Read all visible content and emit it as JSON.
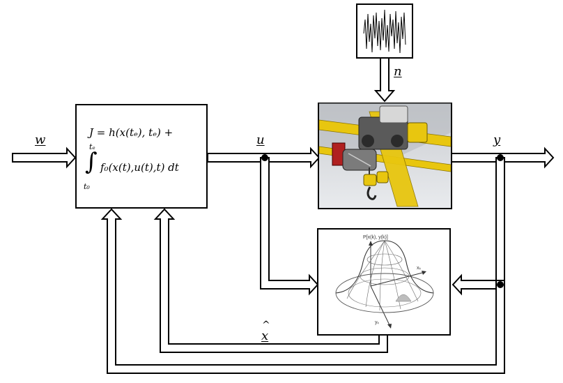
{
  "signals": {
    "w": "w",
    "u": "u",
    "y": "y",
    "n": "n",
    "x_hat": "x"
  },
  "controller": {
    "line1": "J = h(x(tₑ), tₑ) +",
    "upper_limit": "tₑ",
    "lower_limit": "t₀",
    "line2": "f₀(x(t),u(t),t) dt"
  },
  "estimator_plot": {
    "zlabel": "P[x(k), y(k)]",
    "xlabel": "xₖ",
    "ylabel": "yₖ"
  },
  "colors": {
    "crane_rail": "#e8c60f",
    "crane_body": "#5a5a5a",
    "background": "#ffffff",
    "stroke": "#000000"
  }
}
